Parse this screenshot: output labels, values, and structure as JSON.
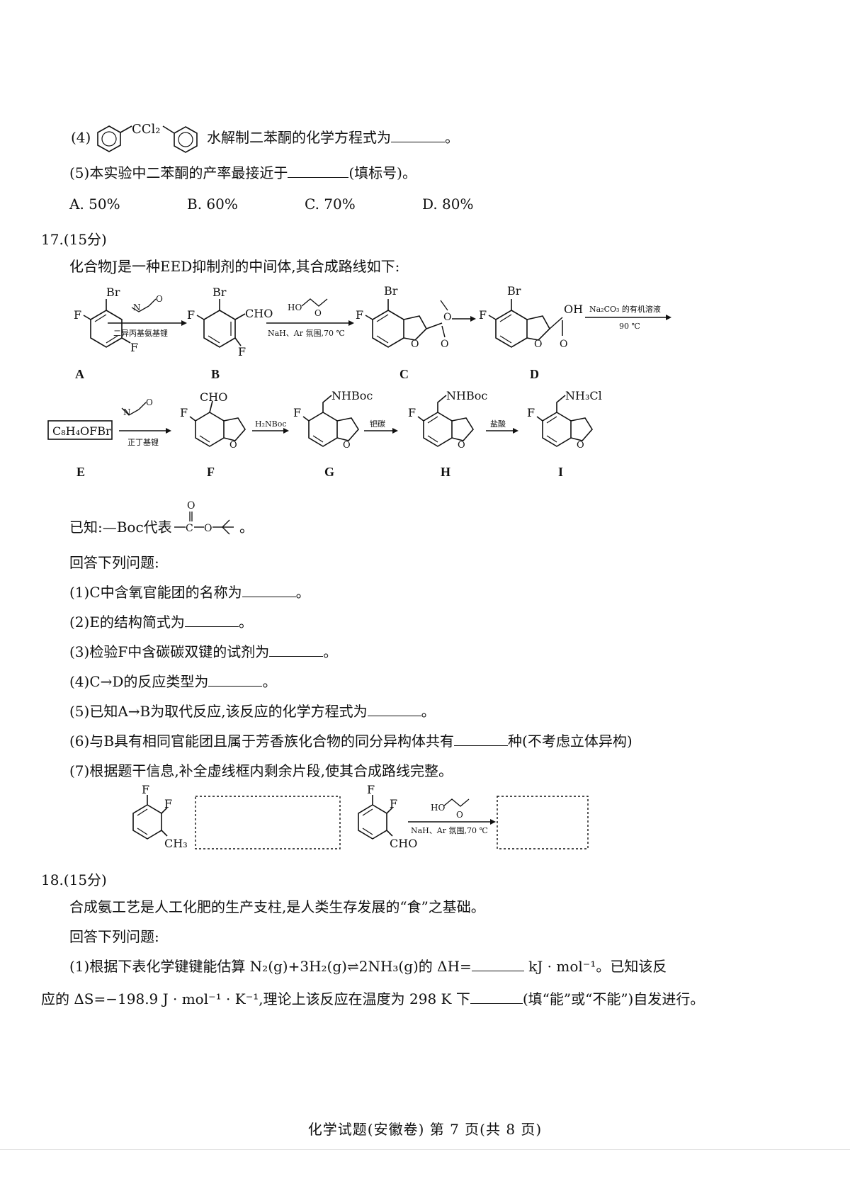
{
  "q16": {
    "p4_prefix": "(4)",
    "p4_group": "CCl₂",
    "p4_text": "水解制二苯酮的化学方程式为",
    "p4_end": "。",
    "p5_text": "(5)本实验中二苯酮的产率最接近于",
    "p5_end": "(填标号)。",
    "options": [
      "A. 50%",
      "B. 60%",
      "C. 70%",
      "D. 80%"
    ]
  },
  "q17": {
    "head": "17.(15分)",
    "intro": "化合物J是一种EED抑制剂的中间体,其合成路线如下:",
    "scheme": {
      "labels": [
        "A",
        "B",
        "C",
        "D",
        "E",
        "F",
        "G",
        "H",
        "I"
      ],
      "reagent_ab_below": "二异丙基氨基锂",
      "reagent_bc_below": "NaH、Ar 氛围,70 ℃",
      "reagent_de_above": "Na₂CO₃ 的有机溶液",
      "reagent_de_below": "90 ℃",
      "e_formula": "C₈H₄OFBr",
      "reagent_ef_below": "正丁基锂",
      "reagent_fg_above": "H₂NBoc",
      "reagent_gh_above": "钯碳",
      "reagent_hi_above": "盐酸",
      "atom_br": "Br",
      "atom_f": "F",
      "atom_cho": "CHO",
      "atom_oh": "OH",
      "atom_o": "O",
      "atom_ho": "HO",
      "atom_n": "N",
      "atom_nhboc": "NHBoc",
      "atom_nh3cl": "NH₃Cl",
      "atom_ch3": "CH₃"
    },
    "known": "已知:—Boc代表",
    "known_end": "。",
    "answer_intro": "回答下列问题:",
    "items": [
      {
        "pre": "(1)C中含氧官能团的名称为",
        "post": "。"
      },
      {
        "pre": "(2)E的结构简式为",
        "post": "。"
      },
      {
        "pre": "(3)检验F中含碳碳双键的试剂为",
        "post": "。"
      },
      {
        "pre": "(4)C→D的反应类型为",
        "post": "。"
      },
      {
        "pre": "(5)已知A→B为取代反应,该反应的化学方程式为",
        "post": "。"
      },
      {
        "pre": "(6)与B具有相同官能团且属于芳香族化合物的同分异构体共有",
        "post": "种(不考虑立体异构)"
      },
      {
        "pre": "(7)根据题干信息,补全虚线框内剩余片段,使其合成路线完整。",
        "post": ""
      }
    ],
    "p7_reagent_below": "NaH、Ar 氛围,70 ℃"
  },
  "q18": {
    "head": "18.(15分)",
    "intro": "合成氨工艺是人工化肥的生产支柱,是人类生存发展的“食”之基础。",
    "answer_intro": "回答下列问题:",
    "p1_a": "(1)根据下表化学键键能估算 N₂(g)+3H₂(g)⇌2NH₃(g)的 ΔH=",
    "p1_b": "kJ · mol⁻¹。已知该反",
    "p1_c": "应的 ΔS=−198.9 J · mol⁻¹ · K⁻¹,理论上该反应在温度为 298 K 下",
    "p1_d": "(填“能”或“不能”)自发进行。"
  },
  "footer": "化学试题(安徽卷)  第 7 页(共 8 页)"
}
